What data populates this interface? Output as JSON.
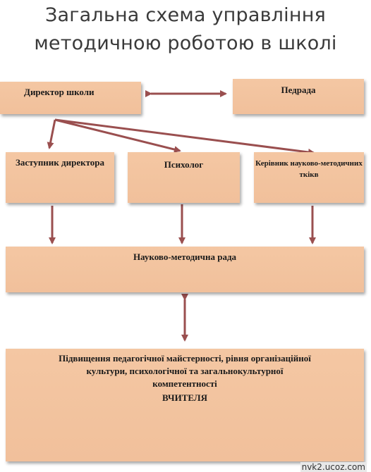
{
  "title": {
    "line1": "Загальна схема управління",
    "line2": "методичною роботою в школі"
  },
  "boxes": {
    "director": "Директор школи",
    "pedrada": "Педрада",
    "deputy": "Заступник директора",
    "psychologist": "Психолог",
    "heads": "Керівник науково-методичних ткікв",
    "council": "Науково-методична рада",
    "improvement": {
      "line1": "Підвищення педагогічної майстерності, рівня організаційної",
      "line2": "культури, психологічної та загальнокультурної",
      "line3": "компетентності",
      "line4": "ВЧИТЕЛЯ"
    }
  },
  "watermark": "nvk2.ucoz.com",
  "colors": {
    "box_fill": "#f2c29e",
    "arrow": "#9a4f4f",
    "title": "#3a3a3a"
  }
}
